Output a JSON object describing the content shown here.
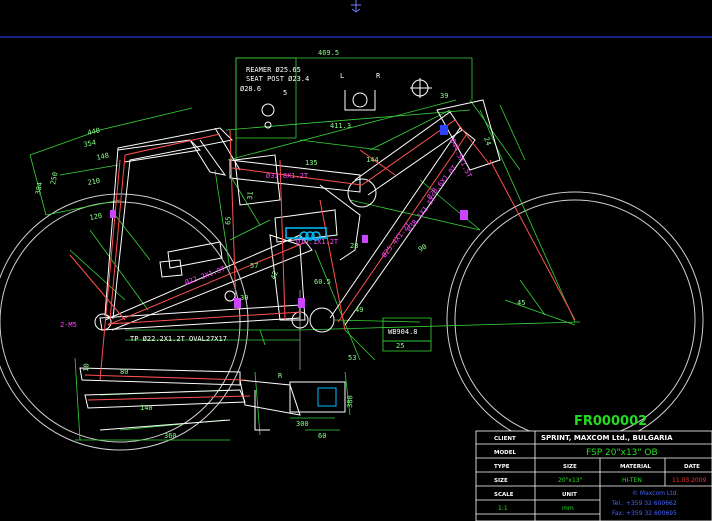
{
  "drawing": {
    "title_code": "FR000002",
    "ucs_icon": "ucs-axis-icon",
    "notes": {
      "reamer": "REAMER Ø25.65",
      "seat_post": "SEAT POST Ø23.4",
      "seat_dia": "Ø28.6",
      "seat_dim": "5",
      "tube_spec": "TP  Ø22.2X1.2T  OVAL27X17",
      "wb": "WB904.8",
      "ls": "L",
      "rs": "R",
      "dropout": "2-M5"
    },
    "dimensions": [
      "469.5",
      "411.3",
      "440",
      "354",
      "384",
      "250",
      "210",
      "120",
      "148",
      "144",
      "135",
      "90",
      "60.5",
      "57",
      "45",
      "39",
      "31",
      "65",
      "53",
      "49",
      "42",
      "30",
      "28",
      "24",
      "80",
      "10",
      "140",
      "360",
      "380",
      "300",
      "60",
      "R",
      "25"
    ],
    "magenta_labels": [
      "Ø31.8X1.2T",
      "Ø25.4X1.2T",
      "Ø38.1X1.5T",
      "Ø44.5X1.5T",
      "Ø22.2X1.0T",
      "Ø19.1X1.2T",
      "Ø28.6X1.0T"
    ]
  },
  "title_block": {
    "client_label": "CLIENT",
    "client_value": "SPRINT, MAXCOM Ltd., BULGARIA",
    "model_label": "MODEL",
    "model_value": "FSP 20\"x13\" OB",
    "type_label": "TYPE",
    "size_label": "SIZE",
    "material_label": "MATERIAL",
    "date_label": "DATE",
    "size_row_label": "SIZE",
    "size_value": "20\"x13\"",
    "material_value": "HI-TEN",
    "date_value": "11.03.2009",
    "scale_label": "SCALE",
    "unit_label": "UNIT",
    "scale_value": "1:1",
    "unit_value": "mm",
    "company_name": "© Maxcom Ltd.",
    "tel": "Tel.: +359 32 600662",
    "fax": "Fax: +359 32 600695"
  },
  "colors": {
    "frame": "#ff5050",
    "dimension": "#8cff8c",
    "outline": "#ffffff",
    "accent": "#ff44ff",
    "wheel": "#d0d0d0",
    "border": "#2a44ff",
    "hub": "#00bfff",
    "brand_green": "#22dd22"
  }
}
